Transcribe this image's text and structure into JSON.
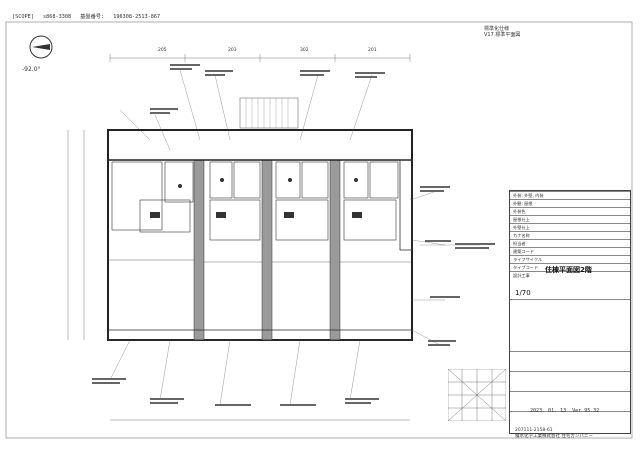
{
  "header": {
    "scope": "[SCOPE]",
    "code1": "s868-3308",
    "label": "基盤番号:",
    "code2": "196308-2513-867"
  },
  "compass": {
    "angle_label": "-92.0°"
  },
  "top_right_note": {
    "line1": "標準化仕様",
    "line2": "V17 標準平面図"
  },
  "unit_labels": [
    "205",
    "203",
    "302",
    "201"
  ],
  "title_block": {
    "rows": [
      "外装: 外壁, 内装",
      "外観: 屋根",
      "外装色",
      "屋根仕上",
      "外壁仕上",
      "カナ名称",
      "担当者",
      "建築コード",
      "ライフサイクル",
      "タイプコード",
      "設計工事"
    ],
    "drawing_title": "住棟平面図2階",
    "scale": "1/70",
    "date": "2023. 01. 13",
    "version": "Ver 95.32",
    "doc_no": "207111-2158-61",
    "company": "積水化学工業株式会社 住宅カンパニー"
  },
  "colors": {
    "line": "#333333",
    "wall": "#222222",
    "grey": "#9a9a9a"
  }
}
